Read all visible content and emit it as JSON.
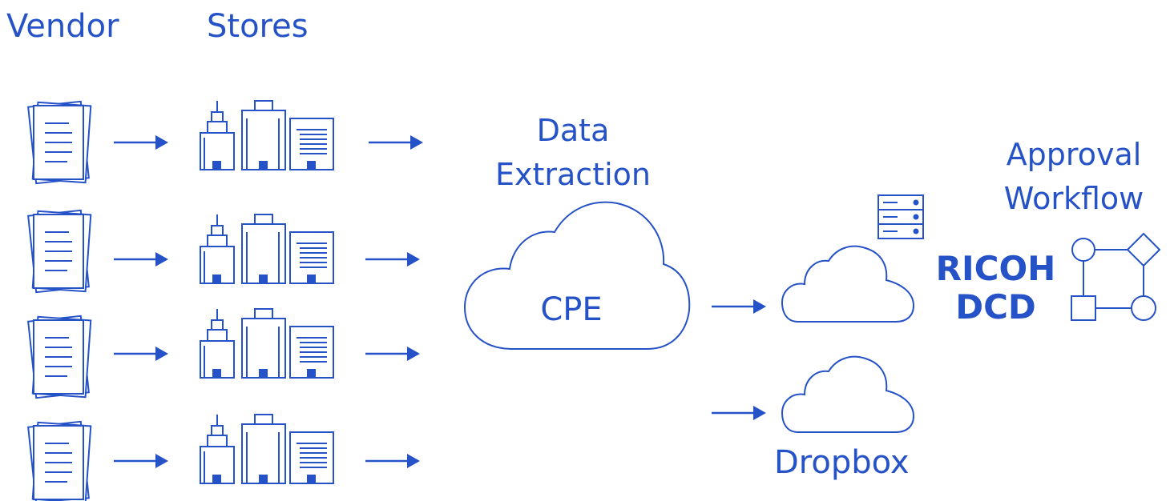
{
  "labels": {
    "vendor": "Vendor",
    "stores": "Stores",
    "data_extraction_line1": "Data",
    "data_extraction_line2": "Extraction",
    "cpe": "CPE",
    "approval_line1": "Approval",
    "approval_line2": "Workflow",
    "ricoh_line1": "RICOH",
    "ricoh_line2": "DCD",
    "dropbox": "Dropbox"
  },
  "colors": {
    "primary": "#2652c8",
    "background": "#ffffff"
  },
  "rows": 4
}
